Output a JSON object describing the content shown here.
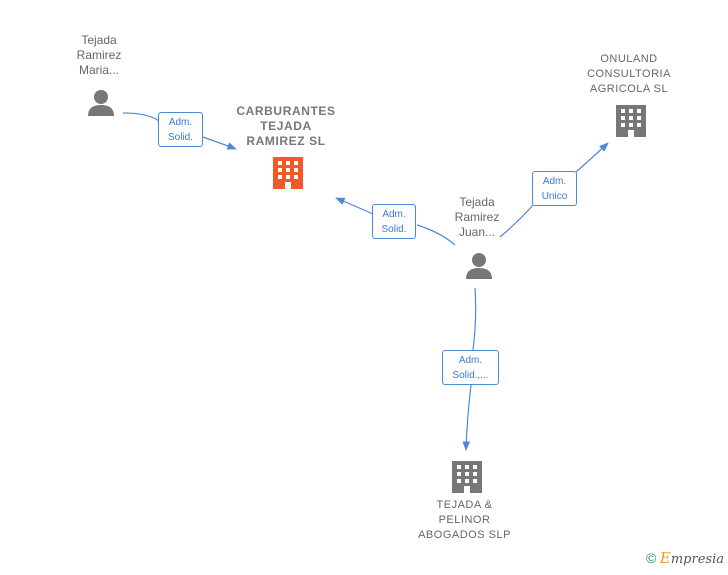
{
  "nodes": {
    "person_maria": {
      "label": "Tejada\nRamirez\nMaria...",
      "icon": "person-icon",
      "color": "#777777"
    },
    "person_juan": {
      "label": "Tejada\nRamirez\nJuan...",
      "icon": "person-icon",
      "color": "#777777"
    },
    "company_carburantes": {
      "label": "CARBURANTES\nTEJADA\nRAMIREZ  SL",
      "icon": "building-icon",
      "color": "#f05a28"
    },
    "company_onuland": {
      "label": "ONULAND\nCONSULTORIA\nAGRICOLA SL",
      "icon": "building-icon",
      "color": "#777777"
    },
    "company_pelinor": {
      "label": "TEJADA &\nPELINOR\nABOGADOS  SLP",
      "icon": "building-icon",
      "color": "#777777"
    }
  },
  "edges": {
    "maria_carburantes": {
      "label": "Adm.\nSolid."
    },
    "juan_carburantes": {
      "label": "Adm.\nSolid."
    },
    "juan_onuland": {
      "label": "Adm.\nUnico"
    },
    "juan_pelinor": {
      "label": "Adm.\nSolid.,..."
    }
  },
  "colors": {
    "edge": "#4a8ad8",
    "highlight": "#f05a28",
    "node": "#777777"
  },
  "footer": {
    "copyright_symbol": "©",
    "brand_initial": "E",
    "brand_rest": "mpresia"
  }
}
